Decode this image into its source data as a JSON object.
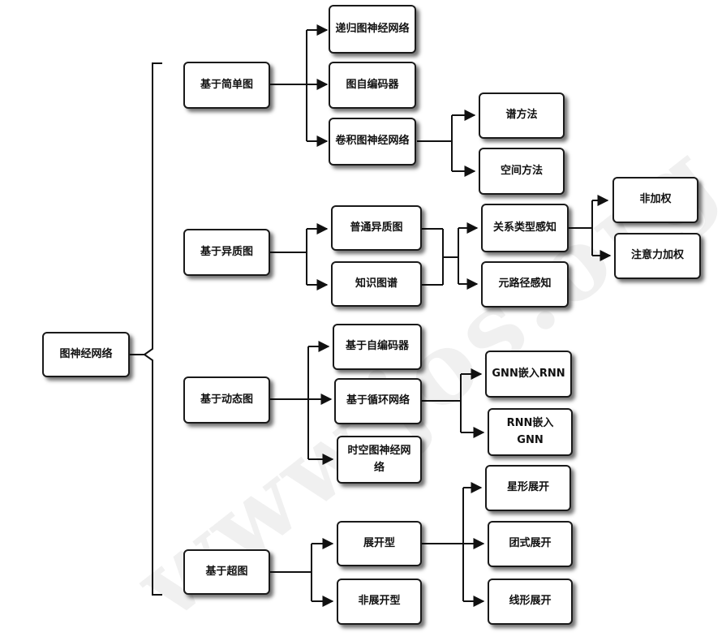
{
  "diagram": {
    "root": "图神经网络",
    "groups": [
      {
        "label": "基于简单图",
        "children": [
          {
            "label": "递归图神经网络"
          },
          {
            "label": "图自编码器"
          },
          {
            "label": "卷积图神经网络",
            "children": [
              "谱方法",
              "空间方法"
            ]
          }
        ]
      },
      {
        "label": "基于异质图",
        "children": [
          {
            "label": "普通异质图"
          },
          {
            "label": "知识图谱"
          }
        ],
        "methods": [
          {
            "label": "关系类型感知",
            "children": [
              "非加权",
              "注意力加权"
            ]
          },
          {
            "label": "元路径感知"
          }
        ]
      },
      {
        "label": "基于动态图",
        "children": [
          {
            "label": "基于自编码器"
          },
          {
            "label": "基于循环网络",
            "children": [
              "GNN嵌入RNN",
              "RNN嵌入GNN"
            ]
          },
          {
            "label": "时空图神经网络"
          }
        ]
      },
      {
        "label": "基于超图",
        "children": [
          {
            "label": "展开型",
            "children": [
              "星形展开",
              "团式展开",
              "线形展开"
            ]
          },
          {
            "label": "非展开型"
          }
        ]
      }
    ],
    "watermark": "www.jos.org.cn"
  }
}
